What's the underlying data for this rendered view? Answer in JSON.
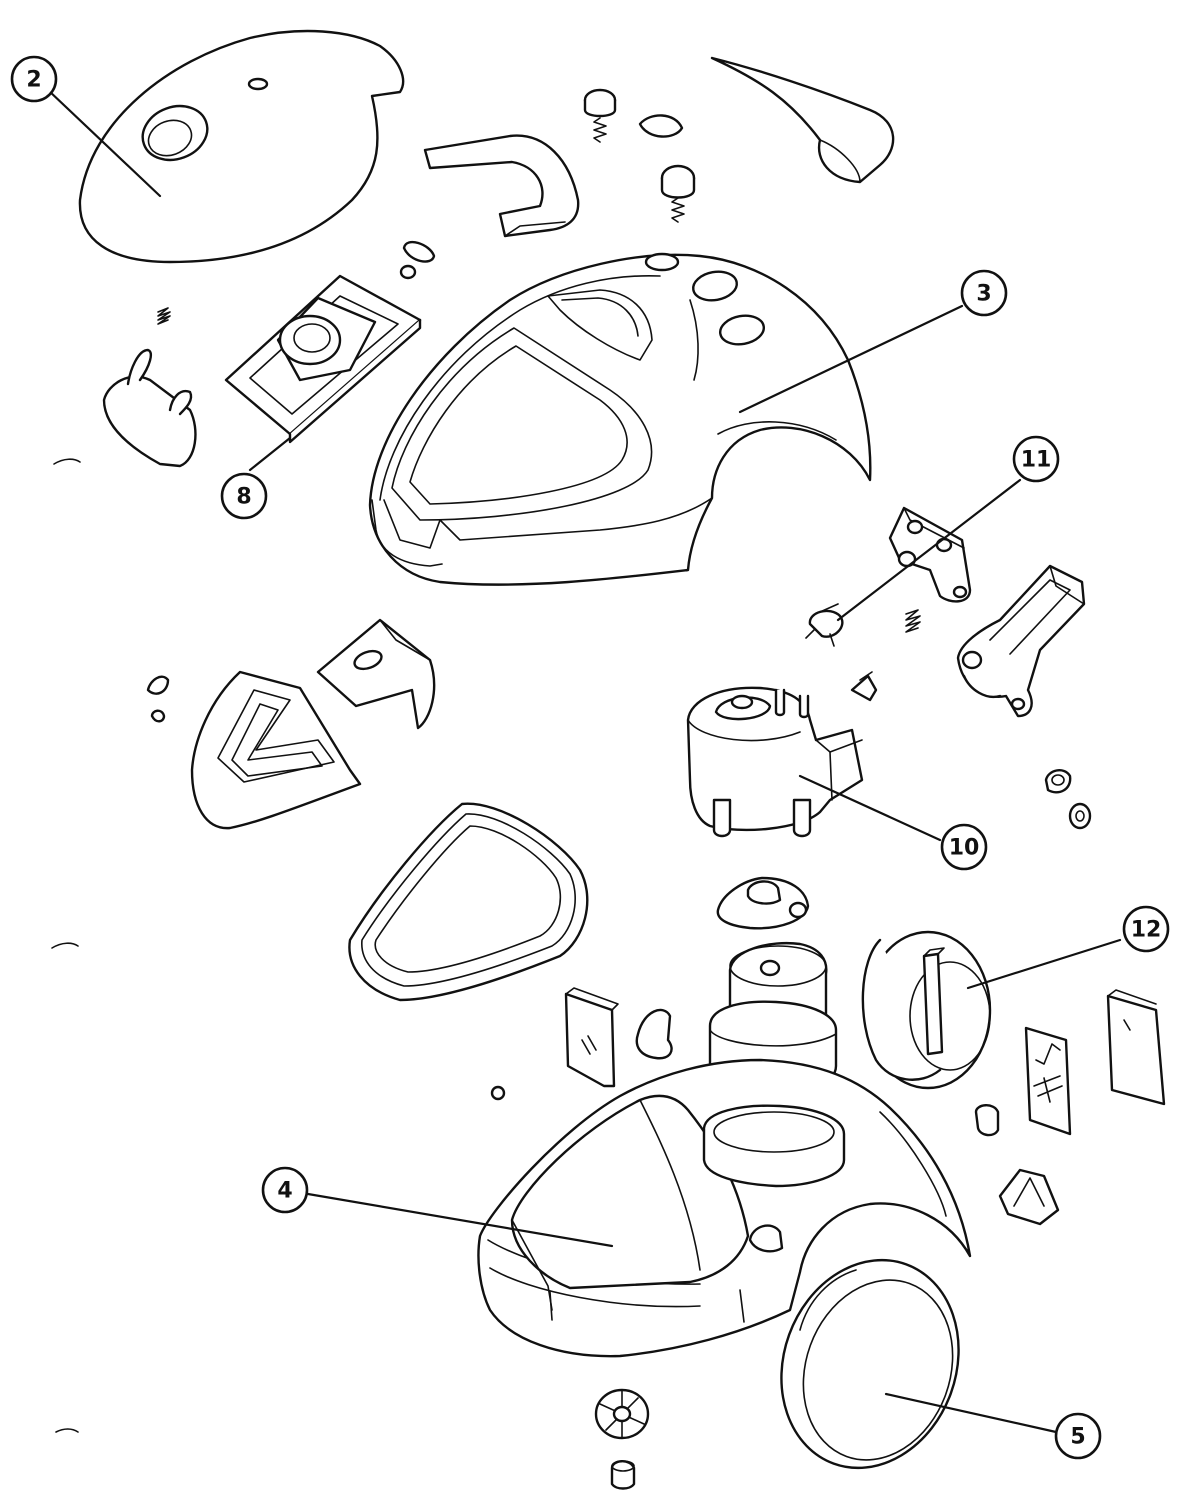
{
  "colors": {
    "line": "#111111",
    "background": "#ffffff"
  },
  "callouts": [
    {
      "id": "c2",
      "label": "2"
    },
    {
      "id": "c3",
      "label": "3"
    },
    {
      "id": "c8",
      "label": "8"
    },
    {
      "id": "c11",
      "label": "11"
    },
    {
      "id": "c10",
      "label": "10"
    },
    {
      "id": "c12",
      "label": "12"
    },
    {
      "id": "c4",
      "label": "4"
    },
    {
      "id": "c5",
      "label": "5"
    }
  ]
}
